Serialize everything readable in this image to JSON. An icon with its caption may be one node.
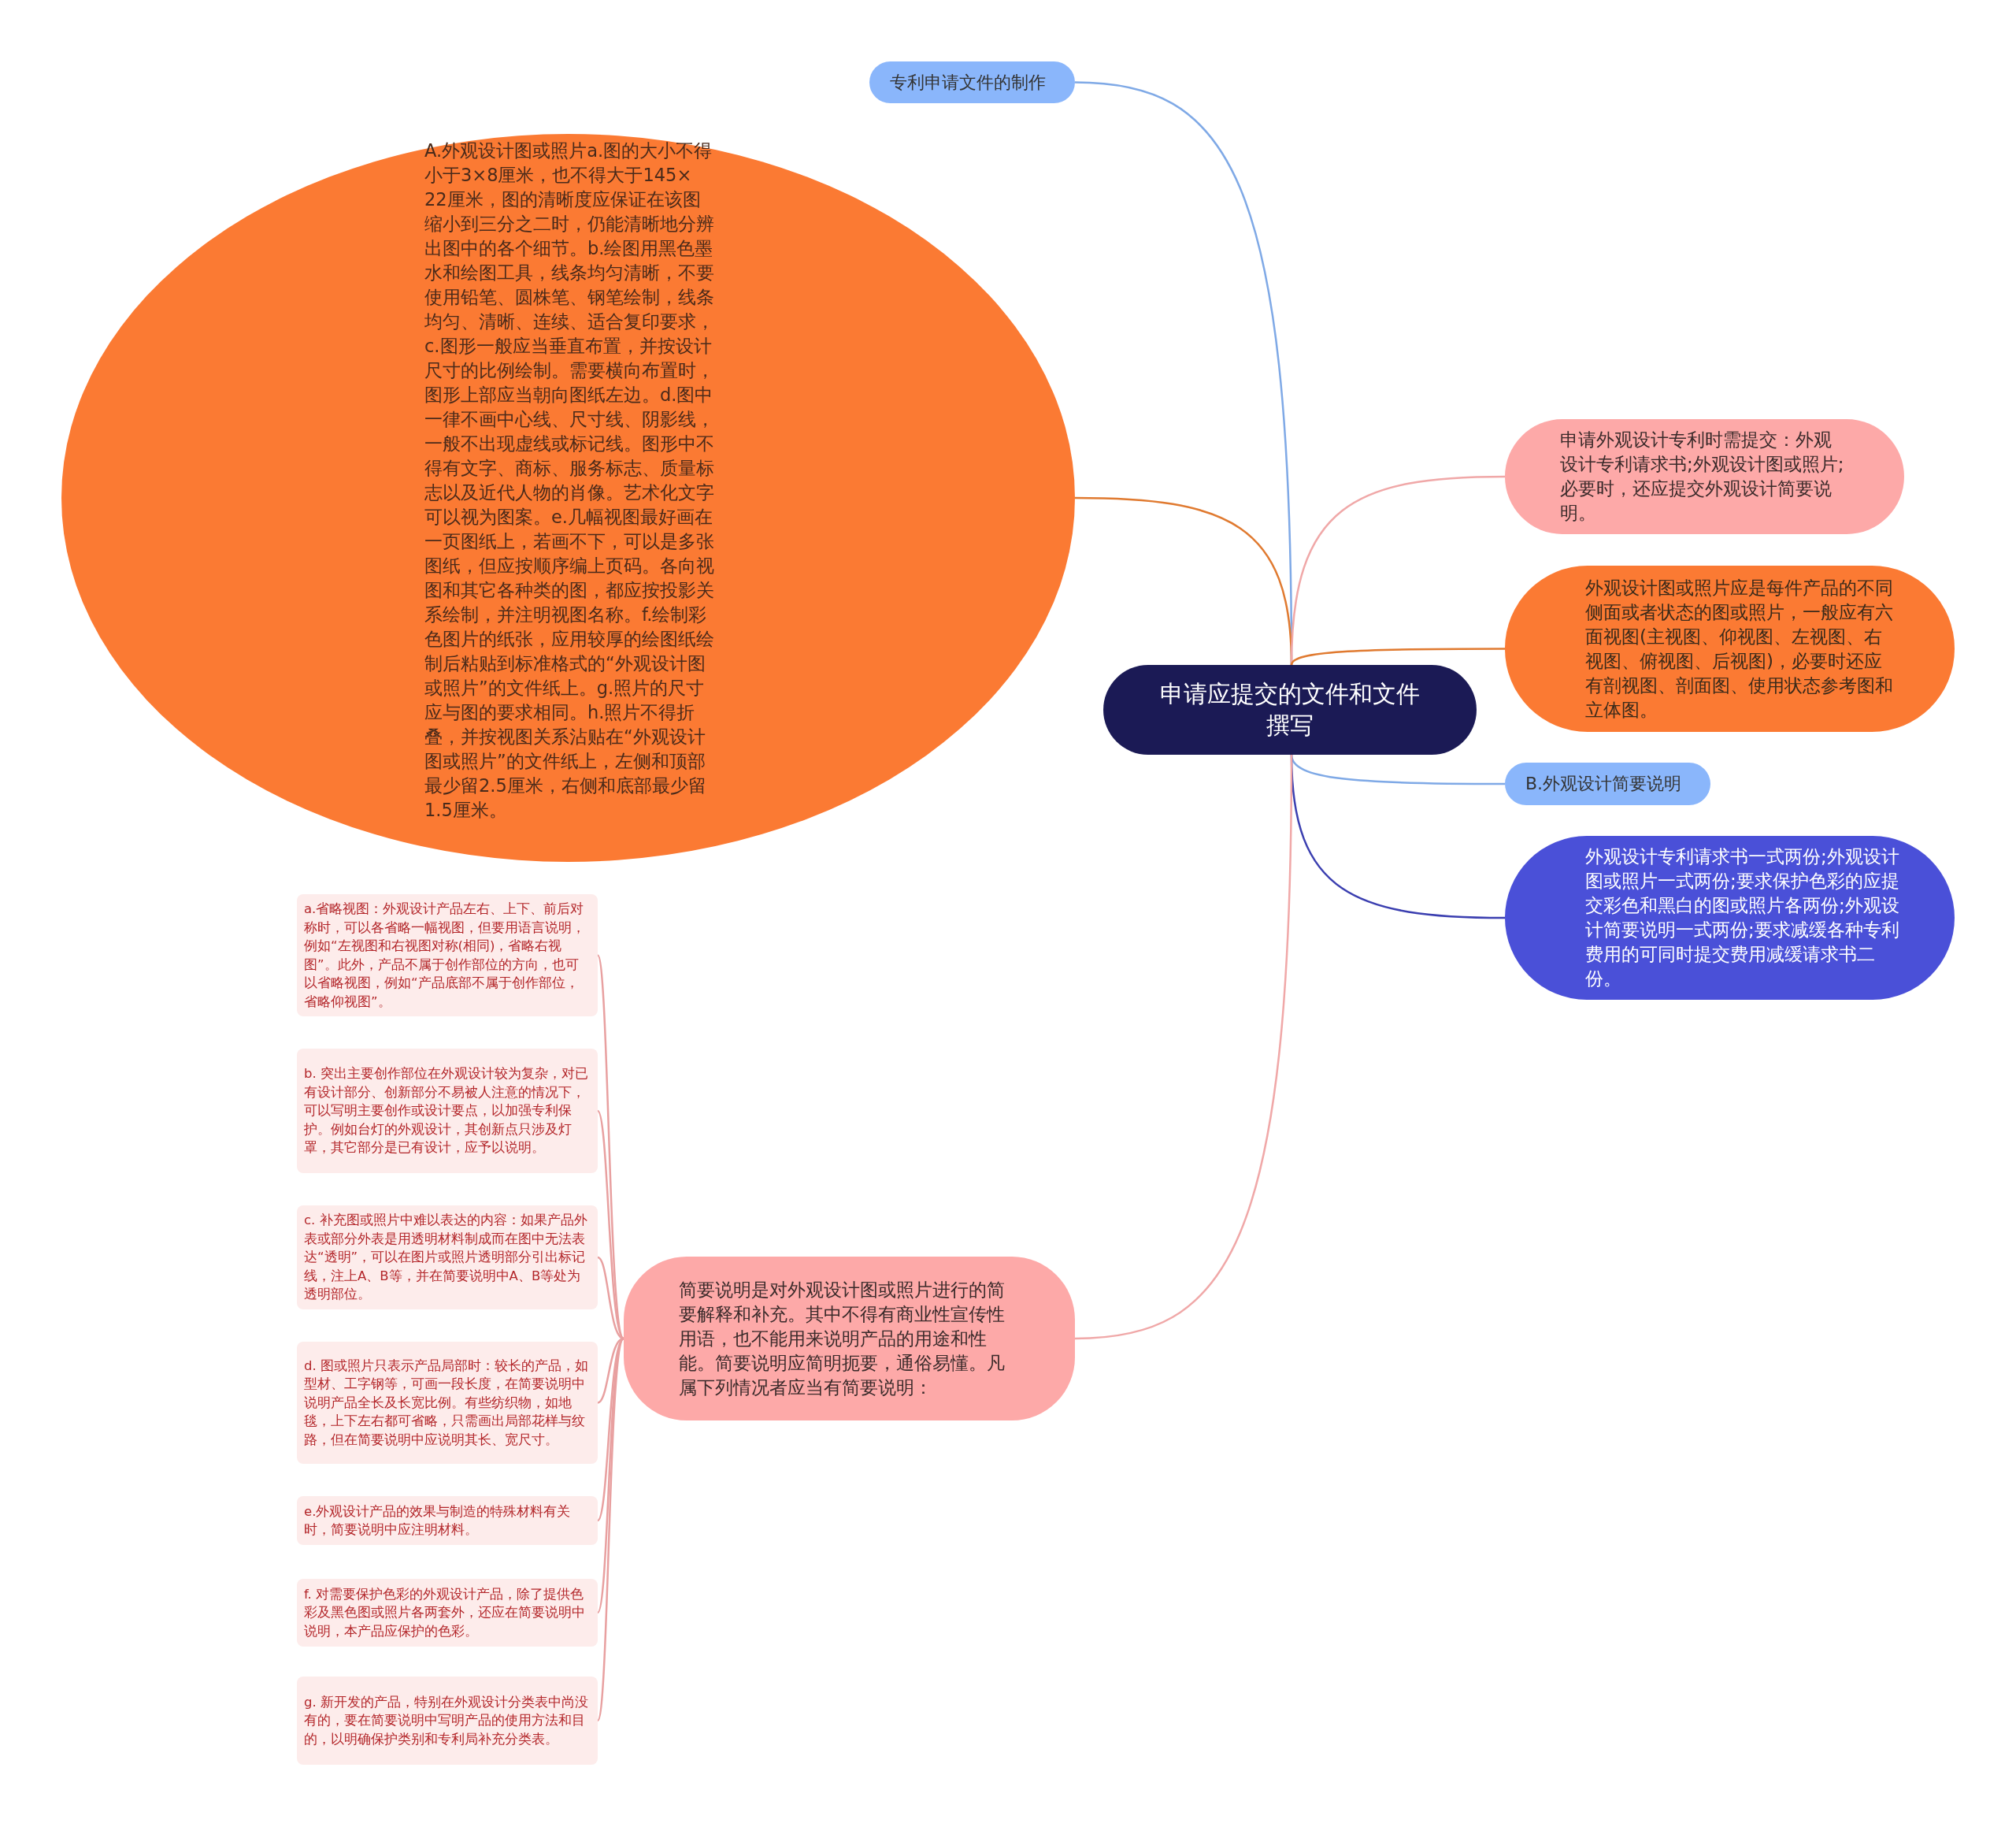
{
  "diagram": {
    "nodes": [
      {
        "text": [
          "申请应提交的文件和文件撰写"
        ]
      },
      {
        "text": [
          "专利申请文件的制作"
        ]
      },
      {
        "text": [
          "A.外观设计图或照片a.图的大小不得小于3×8厘米，也不得大于145× 22厘米，图的清晰度应保证在该图缩小到三分之二时，仍能清晰地分辨出图中的各个细节。b.绘图用黑色墨水和绘图工具，线条均匀清晰，不要使用铅笔、圆株笔、钢笔绘制，线条均匀、清晰、连续、适合复印要求，c.图形一般应当垂直布置，并按设计尺寸的比例绘制。需要横向布置时，图形上部应当朝向图纸左边。d.图中一律不画中心线、尺寸线、阴影线，一般不出现虚线或标记线。图形中不得有文字、商标、服务标志、质量标志以及近代人物的肖像。艺术化文字可以视为图案。e.几幅视图最好画在一页图纸上，若画不下，可以是多张图纸，但应按顺序编上页码。各向视图和其它各种类的图，都应按投影关系绘制，并注明视图名称。f.绘制彩色图片的纸张，应用较厚的绘图纸绘制后粘贴到标准格式的“外观设计图或照片”的文件纸上。g.照片的尺寸应与图的要求相同。h.照片不得折叠，并按视图关系沾贴在“外观设计图或照片”的文件纸上，左侧和顶部最少留2.5厘米，右侧和底部最少留1.5厘米。"
        ]
      },
      {
        "text": [
          "申请外观设计专利时需提交：外观设计专利请求书;外观设计图或照片;必要时，还应提交外观设计简要说明。"
        ]
      },
      {
        "text": [
          "外观设计图或照片应是每件产品的不同侧面或者状态的图或照片，一般应有六面视图(主视图、仰视图、左视图、右视图、俯视图、后视图)，必要时还应有剖视图、剖面图、使用状态参考图和立体图。"
        ]
      },
      {
        "text": [
          "B.外观设计简要说明"
        ]
      },
      {
        "text": [
          "外观设计专利请求书一式两份;外观设计图或照片一式两份;要求保护色彩的应提交彩色和黑白的图或照片各两份;外观设计简要说明一式两份;要求减缓各种专利费用的可同时提交费用减缓请求书二份。"
        ]
      },
      {
        "text": [
          "简要说明是对外观设计图或照片进行的简要解释和补充。其中不得有商业性宣传性用语，也不能用来说明产品的用途和性能。简要说明应简明扼要，通俗易懂。凡属下列情况者应当有简要说明："
        ]
      },
      {
        "text": [
          "a.省略视图：外观设计产品左右、上下、前后对称时，可以各省略一幅视图，但要用语言说明，例如“左视图和右视图对称(相同)，省略右视图”。此外，产品不属于创作部位的方向，也可以省略视图，例如“产品底部不属于创作部位，省略仰视图”。"
        ]
      },
      {
        "text": [
          "b. 突出主要创作部位在外观设计较为复杂，对已有设计部分、创新部分不易被人注意的情况下，可以写明主要创作或设计要点，以加强专利保护。例如台灯的外观设计，其创新点只涉及灯罩，其它部分是已有设计，应予以说明。"
        ]
      },
      {
        "text": [
          "c. 补充图或照片中难以表达的内容：如果产品外表或部分外表是用透明材料制成而在图中无法表达“透明”，可以在图片或照片透明部分引出标记线，注上A、B等，并在简要说明中A、B等处为透明部位。"
        ]
      },
      {
        "text": [
          "d. 图或照片只表示产品局部时：较长的产品，如型材、工字钢等，可画一段长度，在简要说明中说明产品全长及长宽比例。有些纺织物，如地毯，上下左右都可省略，只需画出局部花样与纹路，但在简要说明中应说明其长、宽尺寸。"
        ]
      },
      {
        "text": [
          "e.外观设计产品的效果与制造的特殊材料有关时，简要说明中应注明材料。"
        ]
      },
      {
        "text": [
          "f. 对需要保护色彩的外观设计产品，除了提供色彩及黑色图或照片各两套外，还应在简要说明中说明，本产品应保护的色彩。"
        ]
      },
      {
        "text": [
          "g. 新开发的产品，特别在外观设计分类表中尚没有的，要在简要说明中写明产品的使用方法和目的，以明确保护类别和专利局补充分类表。"
        ]
      }
    ],
    "edges": [
      {
        "from": 0,
        "to": 1,
        "arrow": "none",
        "color": "#7fa9e6"
      },
      {
        "from": 0,
        "to": 2,
        "arrow": "none",
        "color": "#e07a30"
      },
      {
        "from": 0,
        "to": 3,
        "arrow": "none",
        "color": "#f0a8a8"
      },
      {
        "from": 0,
        "to": 4,
        "arrow": "none",
        "color": "#e07a30"
      },
      {
        "from": 0,
        "to": 5,
        "arrow": "none",
        "color": "#7fa9e6"
      },
      {
        "from": 0,
        "to": 6,
        "arrow": "none",
        "color": "#3b3fb0"
      },
      {
        "from": 0,
        "to": 7,
        "arrow": "none",
        "color": "#f0a8a8"
      },
      {
        "from": 7,
        "to": 8,
        "arrow": "none",
        "color": "#e8a0a0"
      },
      {
        "from": 7,
        "to": 9,
        "arrow": "none",
        "color": "#e8a0a0"
      },
      {
        "from": 7,
        "to": 10,
        "arrow": "none",
        "color": "#e8a0a0"
      },
      {
        "from": 7,
        "to": 11,
        "arrow": "none",
        "color": "#e8a0a0"
      },
      {
        "from": 7,
        "to": 12,
        "arrow": "none",
        "color": "#e8a0a0"
      },
      {
        "from": 7,
        "to": 13,
        "arrow": "none",
        "color": "#e8a0a0"
      },
      {
        "from": 7,
        "to": 14,
        "arrow": "none",
        "color": "#e8a0a0"
      }
    ]
  }
}
